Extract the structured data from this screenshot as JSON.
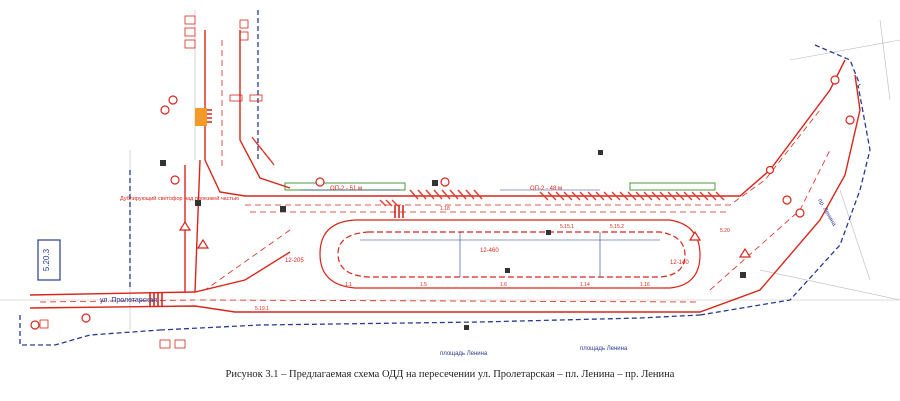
{
  "caption": "Рисунок 3.1 – Предлагаемая схема ОДД на пересечении ул. Пролетарская – пл. Ленина – пр. Ленина",
  "streets": {
    "proletarskaya": "ул. Пролетарская",
    "lenin_square_bottom": "площадь Ленина",
    "lenin_square_top": "площадь Ленина",
    "lenin_prospect": "пр. Ленина"
  },
  "sign_5_20_3": "5.20.3",
  "notes": {
    "signal": "Дублирующий светофор над проезжей частью",
    "duplicate_signal_2": "Дублирующий светофор над проезжей частью"
  },
  "dimensions": {
    "lane_a": "ОП-2 - 51 м",
    "lane_b": "ОП-2 - 48 м",
    "w1": "12-460",
    "w2": "12-205",
    "w3": "12-140"
  },
  "marking_labels": [
    "1.1",
    "1.5",
    "1.6",
    "1.14",
    "1.16",
    "1.18",
    "5.15.1",
    "5.15.2",
    "5.19.1",
    "5.20"
  ],
  "colors": {
    "marking": "#d8261a",
    "boundary": "#2a3b8f",
    "greenstrip": "#4a9a3a",
    "hatch": "#e23a2e"
  }
}
